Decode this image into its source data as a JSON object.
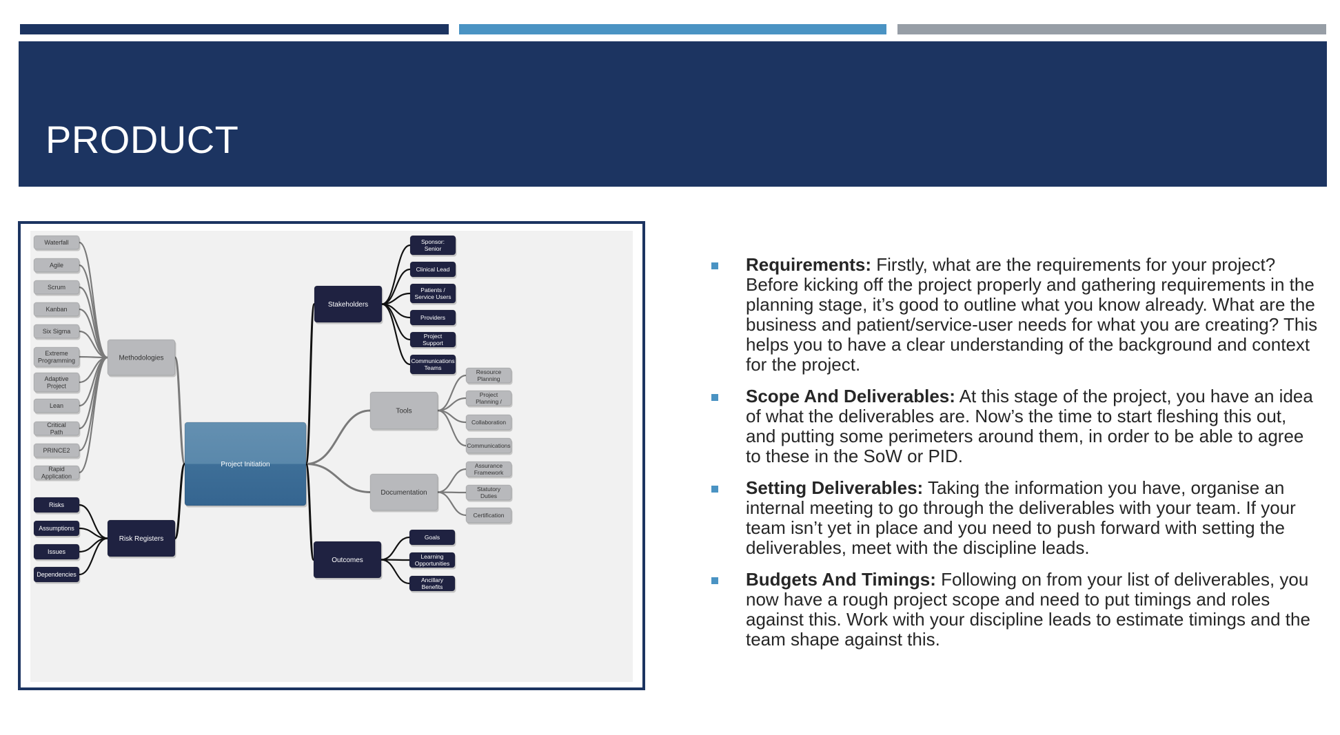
{
  "slide": {
    "title": "PRODUCT"
  },
  "colors": {
    "header": "#1c3461",
    "accent_blue": "#4a93c3",
    "accent_grey": "#979ea6",
    "node_grey": "#b8b9bc",
    "node_dark": "#1f2241",
    "node_center": "#4d7ea6"
  },
  "mindmap": {
    "center": "Project Initiation",
    "methodologies": {
      "label": "Methodologies",
      "items": [
        "Waterfall",
        "Agile",
        "Scrum",
        "Kanban",
        "Six Sigma",
        "Extreme Programming (XP)",
        "Adaptive Project Framework",
        "Lean",
        "Critical Path",
        "PRINCE2",
        "Rapid Application Development (RAD)"
      ]
    },
    "risk_registers": {
      "label": "Risk Registers",
      "items": [
        "Risks",
        "Assumptions",
        "Issues",
        "Dependencies"
      ]
    },
    "stakeholders": {
      "label": "Stakeholders",
      "items": [
        "Sponsor: Senior Management Team",
        "Clinical Lead",
        "Patients / Service Users",
        "Providers",
        "Project Support",
        "Communications Teams"
      ]
    },
    "tools": {
      "label": "Tools",
      "items": [
        "Resource Planning",
        "Project Planning / Managing...",
        "Collaboration",
        "Communications"
      ]
    },
    "documentation": {
      "label": "Documentation",
      "items": [
        "Assurance Framework",
        "Statutory Duties",
        "Certification"
      ]
    },
    "outcomes": {
      "label": "Outcomes",
      "items": [
        "Goals",
        "Learning Opportunities",
        "Ancillary Benefits"
      ]
    }
  },
  "bullets": [
    {
      "title": "Requirements:",
      "text": "Firstly, what are the requirements for your project? Before kicking off the project properly and gathering requirements in the planning stage, it’s good to outline what you know already. What are the business and patient/service-user needs for what you are creating? This helps you to have a clear understanding of the background and context for the project."
    },
    {
      "title": "Scope And Deliverables:",
      "text": "At this stage of the project, you have an idea of what the deliverables are. Now’s the time to start fleshing this out, and putting some perimeters around them, in order to be able to agree to these in the SoW or PID."
    },
    {
      "title": "Setting Deliverables:",
      "text": "Taking the information you have, organise an internal meeting to go through the deliverables with your team. If your team isn’t yet in place and you need to push forward with setting the deliverables, meet with the discipline leads."
    },
    {
      "title": "Budgets And Timings:",
      "text": "Following on from your list of deliverables, you now have a rough project scope and need to put timings and roles against this. Work with your discipline leads to estimate timings and the team shape against this."
    }
  ]
}
